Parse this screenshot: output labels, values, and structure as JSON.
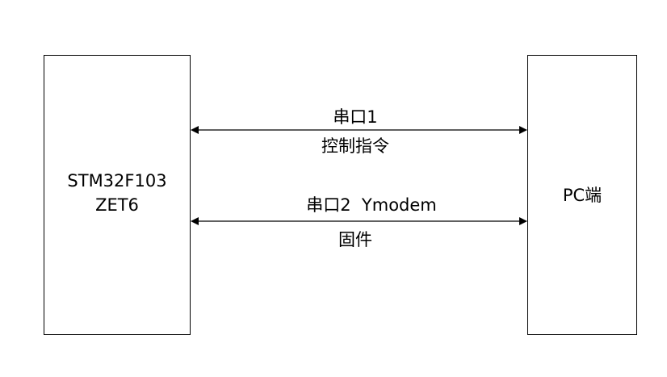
{
  "left_block": {
    "line1": "STM32F103",
    "line2": "ZET6"
  },
  "right_block": {
    "label": "PC端"
  },
  "links": [
    {
      "above": "串口1",
      "below": "控制指令"
    },
    {
      "above": "串口2  Ymodem",
      "below": "固件"
    }
  ]
}
